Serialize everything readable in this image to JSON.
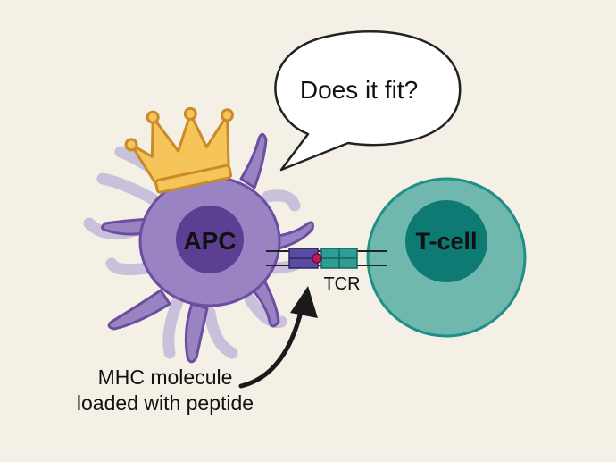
{
  "bubble": {
    "text": "Does it fit?"
  },
  "apc": {
    "label": "APC"
  },
  "tcell": {
    "label": "T-cell"
  },
  "tcr": {
    "label": "TCR"
  },
  "mhc": {
    "label_line1": "MHC molecule",
    "label_line2": "loaded with peptide"
  },
  "colors": {
    "background": "#f5f0e6",
    "apc_body": "#9a83c3",
    "apc_outline": "#6b4ea0",
    "apc_nucleus": "#5b3f93",
    "apc_dendrites_back": "#c9c0dc",
    "crown": "#f5c55a",
    "crown_outline": "#c98a2a",
    "tcell_body": "#70b8ad",
    "tcell_outline": "#1f8f87",
    "tcell_nucleus": "#0d7a73",
    "mhc": "#5a4aa0",
    "peptide": "#c2185b",
    "tcr": "#2e9e94",
    "arrow": "#1a1a1a"
  }
}
